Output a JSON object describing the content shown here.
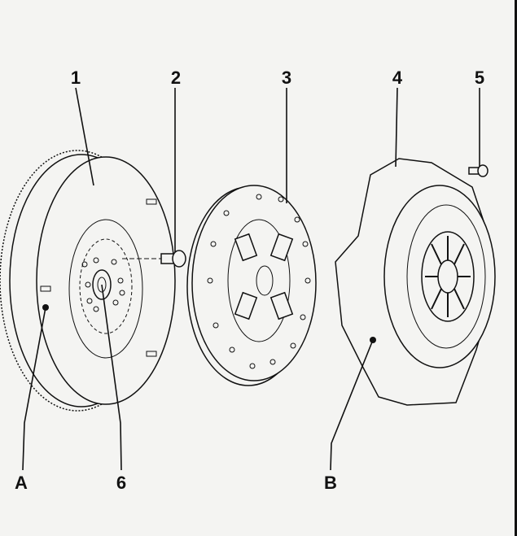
{
  "diagram": {
    "labels": {
      "part_1": "1",
      "part_2": "2",
      "part_3": "3",
      "part_4": "4",
      "part_5": "5",
      "part_6": "6",
      "point_a": "A",
      "point_b": "B"
    },
    "colors": {
      "background": "#f4f4f2",
      "ink": "#111111"
    }
  }
}
